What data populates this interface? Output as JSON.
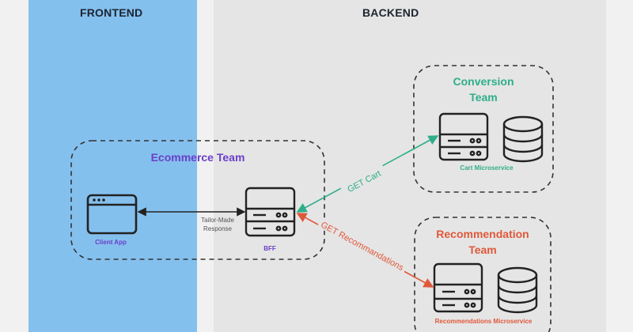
{
  "columns": {
    "frontend": "FRONTEND",
    "backend": "BACKEND"
  },
  "colors": {
    "frontend_bg": "#84c0ee",
    "backend_bg": "#e5e5e5",
    "ecommerce": "#6a3fc9",
    "conversion": "#2fae8a",
    "recommendation": "#e0583a",
    "ink": "#222222"
  },
  "groups": {
    "ecommerce": {
      "title": "Ecommerce Team"
    },
    "conversion": {
      "title_line1": "Conversion",
      "title_line2": "Team"
    },
    "recommendation": {
      "title_line1": "Recommendation",
      "title_line2": "Team"
    }
  },
  "nodes": {
    "client_app": {
      "label": "Client App",
      "icon": "browser-window-icon"
    },
    "bff": {
      "label": "BFF",
      "icon": "server-icon"
    },
    "cart_microservice": {
      "label": "Cart Microservice",
      "icon": "server-icon",
      "db_icon": "database-icon"
    },
    "recommendations_microservice": {
      "label": "Recommendations Microservice",
      "icon": "server-icon",
      "db_icon": "database-icon"
    }
  },
  "edges": {
    "client_bff": {
      "label_line1": "Tailor-Made",
      "label_line2": "Response"
    },
    "bff_cart": {
      "label": "GET Cart"
    },
    "bff_recommendations": {
      "label": "GET Recommandations"
    }
  }
}
